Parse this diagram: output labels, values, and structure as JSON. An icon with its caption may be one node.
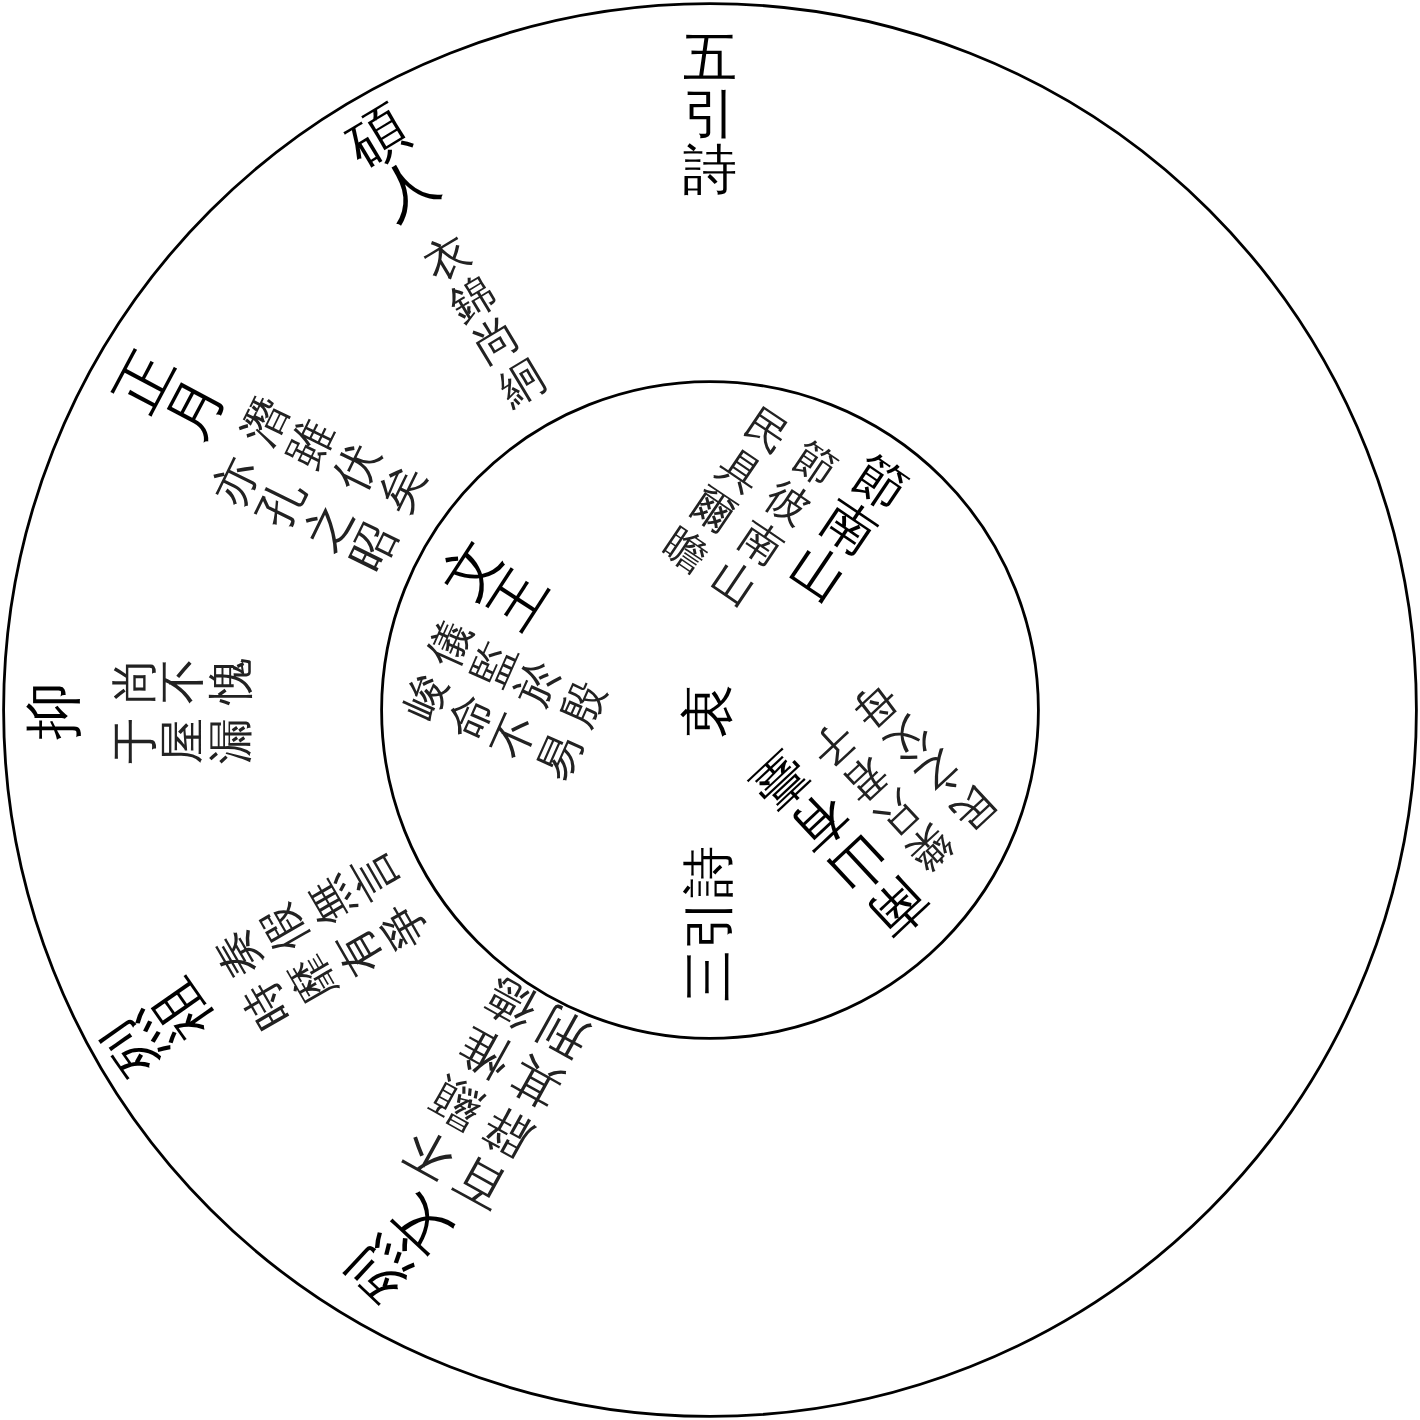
{
  "diagram": {
    "nodes": [
      {
        "text": [
          "五引詩",
          "碩人",
          "衣錦尚絅",
          "正月",
          "潛雖伏矣亦孔之昭",
          "抑",
          "尚不愧于屋漏",
          "烈祖",
          "奏假無言時靡有爭",
          "烈文",
          "不顯惟德百辟其刑"
        ]
      },
      {
        "text": [
          "三引詩",
          "南山有臺",
          "樂只君子民之父母",
          "節南山",
          "節彼南山民具爾瞻",
          "文王",
          "儀監於殷峻命不易",
          "衷"
        ],
        "in": 0
      }
    ]
  }
}
